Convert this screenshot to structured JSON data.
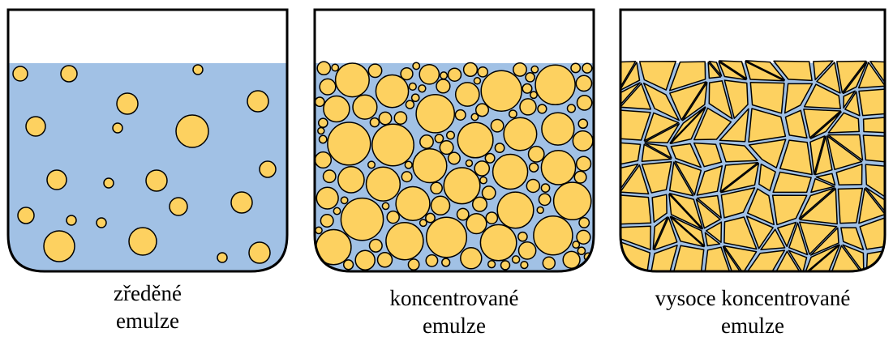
{
  "colors": {
    "liquid": "#A1C1E5",
    "droplet": "#FDD160",
    "outline": "#000000",
    "background": "#FFFFFF"
  },
  "panels": [
    {
      "id": "dilute",
      "caption_line1": "zředěné",
      "caption_line2": "emulze",
      "droplet_style": "sparse-circles"
    },
    {
      "id": "concentrated",
      "caption_line1": "koncentrované",
      "caption_line2": "emulze",
      "droplet_style": "packed-circles"
    },
    {
      "id": "highly-concentrated",
      "caption_line1": "vysoce koncentrované",
      "caption_line2": "emulze",
      "droplet_style": "packed-polygons"
    }
  ]
}
